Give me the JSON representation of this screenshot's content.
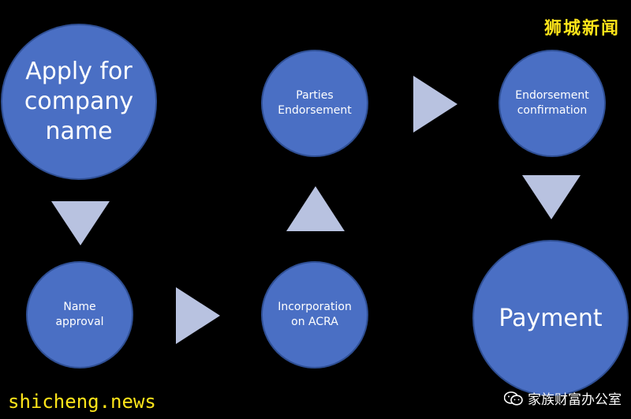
{
  "nodes": {
    "apply": "Apply for\ncompany\nname",
    "parties": "Parties\nEndorsement",
    "endorse_confirm": "Endorsement\nconfirmation",
    "name_approval": "Name\napproval",
    "incorporation": "Incorporation\non ACRA",
    "payment": "Payment"
  },
  "watermarks": {
    "brand": "狮城新闻",
    "site": "shicheng.news",
    "wechat": "家族财富办公室"
  },
  "colors": {
    "circle_fill": "#4a6fc4",
    "arrow_fill": "#b8c2e0",
    "watermark": "#ffe51a"
  },
  "icons": {
    "wechat": "wechat-icon"
  }
}
